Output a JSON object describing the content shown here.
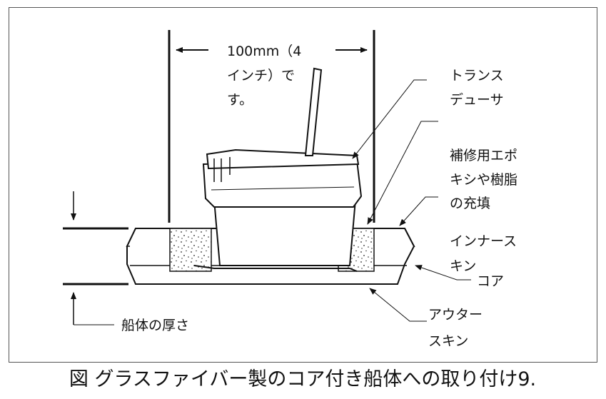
{
  "labels": {
    "width": [
      "100mm（4",
      "インチ）で",
      "す。"
    ],
    "transducer": [
      "トランス",
      "デューサ"
    ],
    "epoxy": [
      "補修用エポ",
      "キシや樹脂",
      "の充填"
    ],
    "inner_skin": [
      "インナース",
      "キン"
    ],
    "core": "コア",
    "outer_skin": [
      "アウター",
      "スキン"
    ],
    "hull_thickness": "船体の厚さ"
  },
  "caption": "図 グラスファイバー製のコア付き船体への取り付け9."
}
